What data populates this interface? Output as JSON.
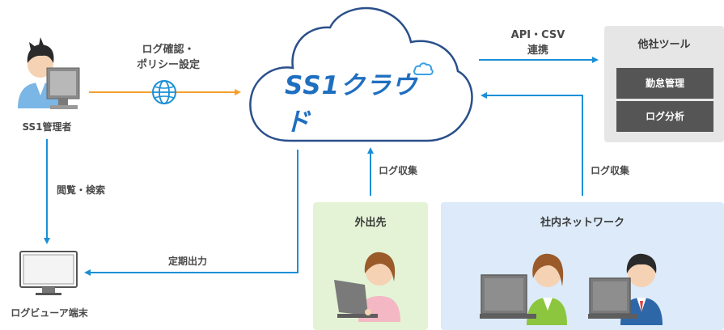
{
  "admin": {
    "label": "SS1管理者"
  },
  "admin_to_cloud": {
    "label_line1": "ログ確認・",
    "label_line2": "ポリシー設定"
  },
  "cloud": {
    "logo_text": "SS1クラウド"
  },
  "api": {
    "label_line1": "API・CSV",
    "label_line2": "連携"
  },
  "other_tools": {
    "title": "他社ツール",
    "items": [
      "勤怠管理",
      "ログ分析"
    ]
  },
  "view_search": {
    "label": "閲覧・検索"
  },
  "periodic_output": {
    "label": "定期出力"
  },
  "log_viewer": {
    "label": "ログビューア端末"
  },
  "log_collect_outside": {
    "label": "ログ収集"
  },
  "log_collect_internal": {
    "label": "ログ収集"
  },
  "outside": {
    "title": "外出先"
  },
  "internal_network": {
    "title": "社内ネットワーク"
  },
  "colors": {
    "arrow_blue": "#1a8fd6",
    "arrow_orange": "#f3a02f",
    "cloud_logo": "#1f6fc0",
    "panel_gray": "#e6e6e6",
    "panel_green": "#e4f3d6",
    "panel_blue": "#dceaf9"
  }
}
